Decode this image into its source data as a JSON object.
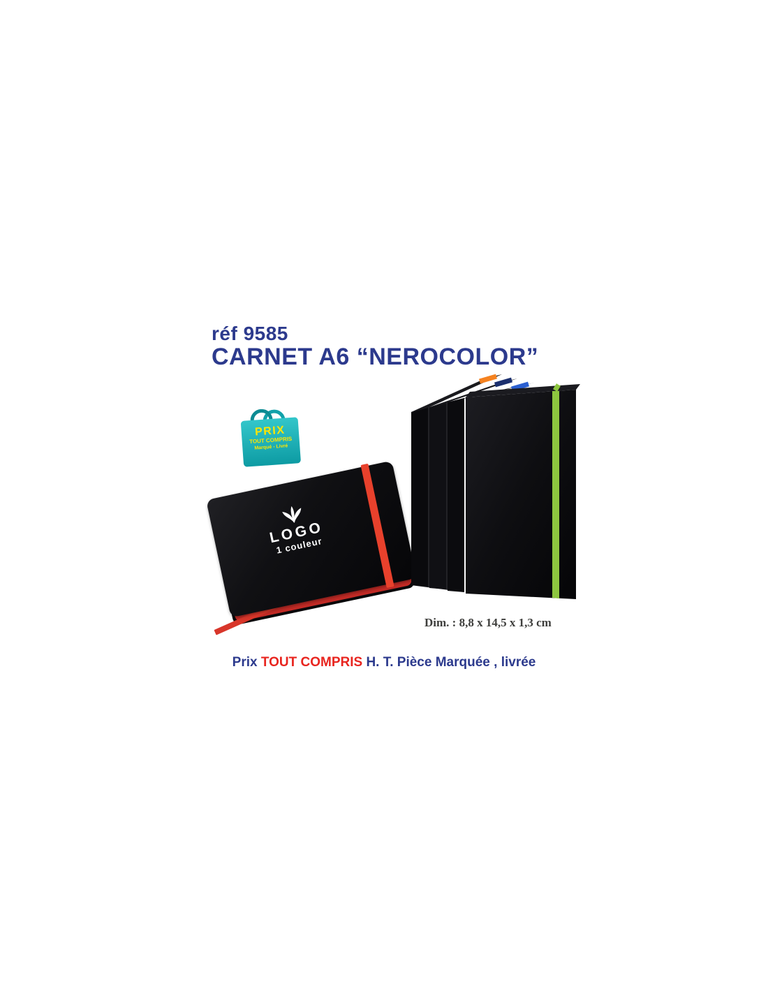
{
  "header": {
    "ref": "réf 9585",
    "title": "CARNET A6 “NEROCOLOR”",
    "text_color": "#2c3a8d"
  },
  "price_badge": {
    "icon": "shopping-bag-icon",
    "line1": "PRIX",
    "line2": "TOUT COMPRIS",
    "line3": "Marqué - Livré",
    "bag_color": "#12a2aa",
    "text_color": "#ffe600"
  },
  "notebook_flat": {
    "logo_icon": "leaf-logo-icon",
    "logo_line1": "LOGO",
    "logo_line2": "1 couleur",
    "cover_color": "#0c0c0e",
    "elastic_color": "#e8412c",
    "ribbon_color": "#d8362a",
    "page_edge_color": "#c22b26"
  },
  "notebook_stack": {
    "cover_color": "#0c0c0e",
    "elastic_colors": [
      "#f58220",
      "#1b2f6e",
      "#2b5fd0",
      "#8dc63f"
    ]
  },
  "dimensions": {
    "text": "Dim. : 8,8 x 14,5 x 1,3 cm",
    "color": "#3e3e3c"
  },
  "footer": {
    "part1": "Prix ",
    "part2": "TOUT COMPRIS",
    "part3": " H. T. Pièce Marquée , livrée",
    "blue": "#2c3a8d",
    "red": "#e8251f"
  }
}
